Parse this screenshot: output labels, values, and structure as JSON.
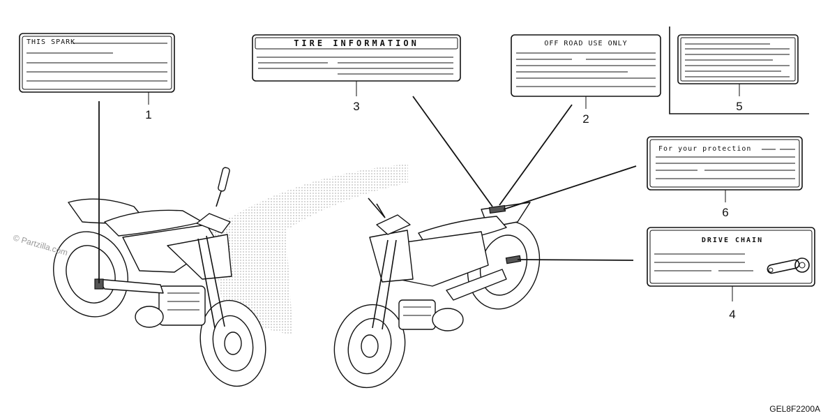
{
  "labels": [
    {
      "callout": "1",
      "title": "THIS SPARK"
    },
    {
      "callout": "3",
      "title": "TIRE INFORMATION"
    },
    {
      "callout": "2",
      "title": "OFF ROAD USE ONLY"
    },
    {
      "callout": "5",
      "title": ""
    },
    {
      "callout": "6",
      "title": "For your protection"
    },
    {
      "callout": "4",
      "title": "DRIVE CHAIN"
    }
  ],
  "watermark": "© Partzilla.com",
  "diagram_code": "GEL8F2200A"
}
